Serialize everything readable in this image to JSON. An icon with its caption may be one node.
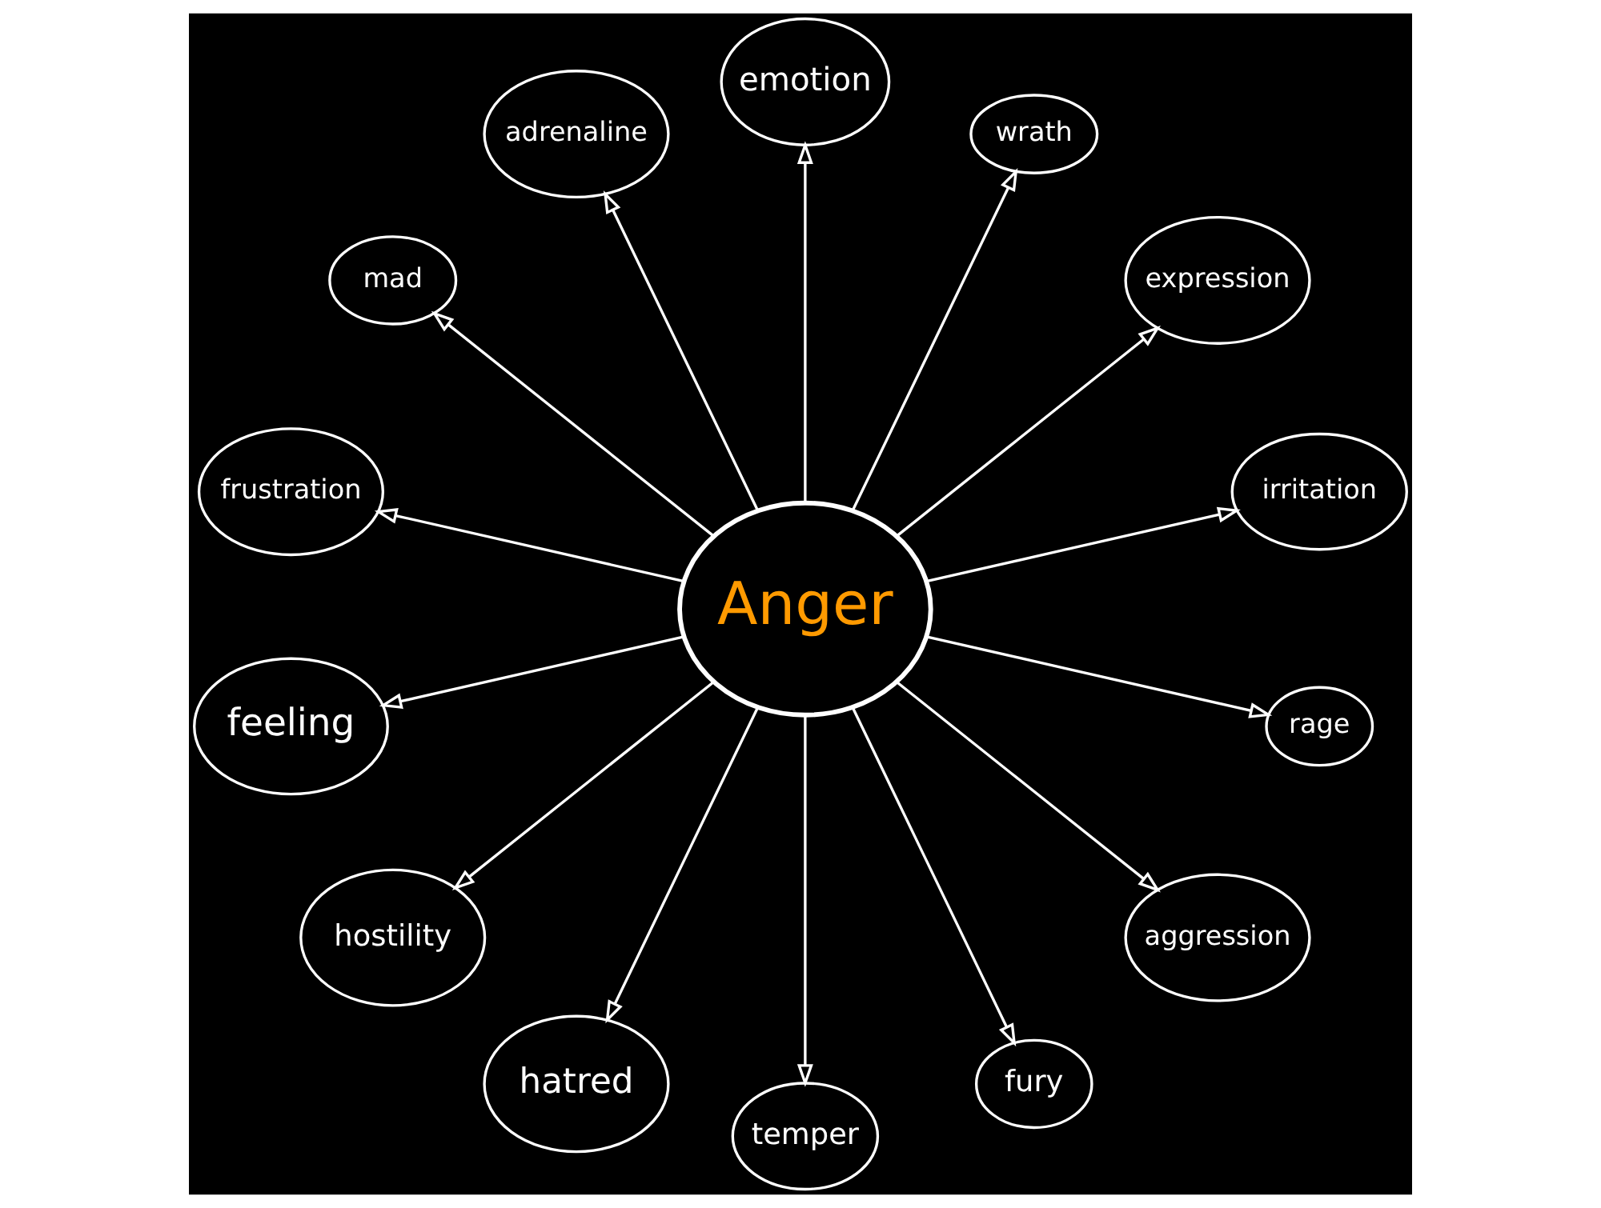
{
  "diagram": {
    "nodes": [
      {
        "text": [
          "Anger"
        ]
      },
      {
        "text": [
          "mad"
        ]
      },
      {
        "text": [
          "adrenaline"
        ]
      },
      {
        "text": [
          "emotion"
        ]
      },
      {
        "text": [
          "wrath"
        ]
      },
      {
        "text": [
          "expression"
        ]
      },
      {
        "text": [
          "irritation"
        ]
      },
      {
        "text": [
          "rage"
        ]
      },
      {
        "text": [
          "aggression"
        ]
      },
      {
        "text": [
          "fury"
        ]
      },
      {
        "text": [
          "temper"
        ]
      },
      {
        "text": [
          "hatred"
        ]
      },
      {
        "text": [
          "hostility"
        ]
      },
      {
        "text": [
          "feeling"
        ]
      },
      {
        "text": [
          "frustration"
        ]
      }
    ],
    "edges": [
      {
        "from": 0,
        "to": 1,
        "arrow": "to"
      },
      {
        "from": 0,
        "to": 2,
        "arrow": "to"
      },
      {
        "from": 0,
        "to": 3,
        "arrow": "to"
      },
      {
        "from": 0,
        "to": 4,
        "arrow": "to"
      },
      {
        "from": 0,
        "to": 5,
        "arrow": "to"
      },
      {
        "from": 0,
        "to": 6,
        "arrow": "to"
      },
      {
        "from": 0,
        "to": 7,
        "arrow": "to"
      },
      {
        "from": 0,
        "to": 8,
        "arrow": "to"
      },
      {
        "from": 0,
        "to": 9,
        "arrow": "to"
      },
      {
        "from": 0,
        "to": 10,
        "arrow": "to"
      },
      {
        "from": 0,
        "to": 11,
        "arrow": "to"
      },
      {
        "from": 0,
        "to": 12,
        "arrow": "to"
      },
      {
        "from": 0,
        "to": 13,
        "arrow": "to"
      },
      {
        "from": 0,
        "to": 14,
        "arrow": "to"
      }
    ]
  }
}
